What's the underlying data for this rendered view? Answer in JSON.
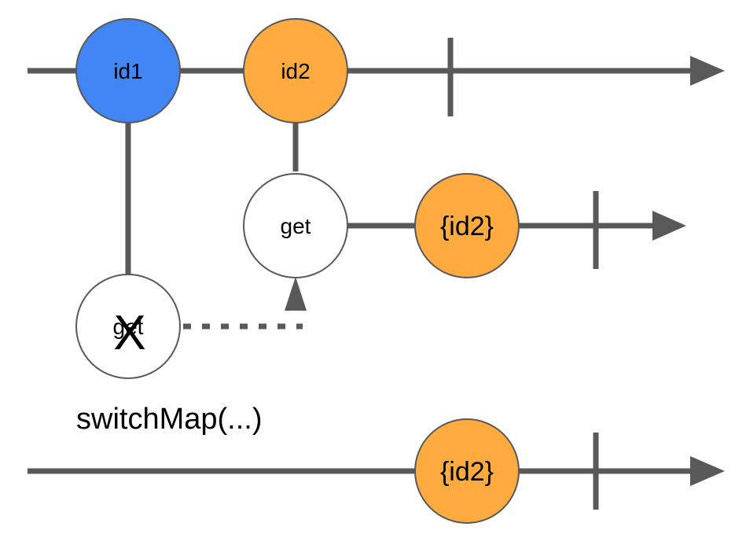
{
  "colors": {
    "line": "#595959",
    "blue": "#4285f4",
    "orange": "#ffab40",
    "white": "#ffffff"
  },
  "source": {
    "events": [
      {
        "label": "id1",
        "color": "blue"
      },
      {
        "label": "id2",
        "color": "orange"
      }
    ]
  },
  "inner1": {
    "label": "get",
    "cancel_mark": "X"
  },
  "inner2": {
    "label": "get",
    "result": "{id2}"
  },
  "operator": {
    "label": "switchMap(...)"
  },
  "output": {
    "result": "{id2}"
  }
}
